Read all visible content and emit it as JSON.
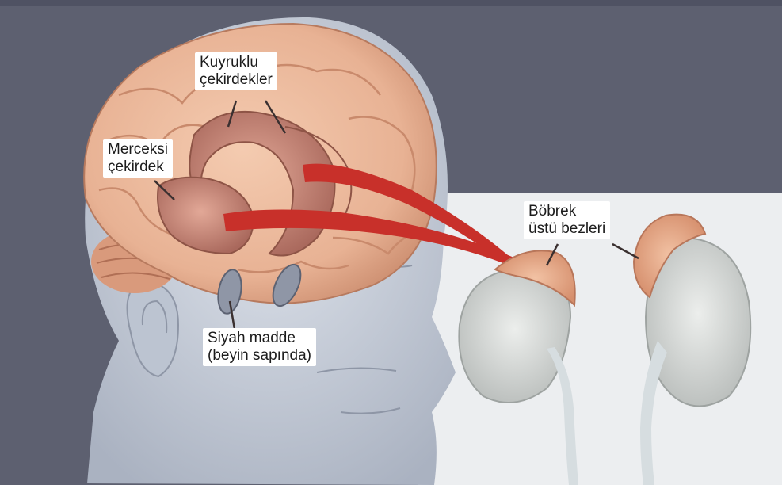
{
  "labels": {
    "caudate": {
      "line1": "Kuyruklu",
      "line2": "çekirdekler"
    },
    "lentiform": {
      "line1": "Merceksi",
      "line2": "çekirdek"
    },
    "substantia_nigra": {
      "line1": "Siyah madde",
      "line2": "(beyin sapında)"
    },
    "adrenal": {
      "line1": "Böbrek",
      "line2": "üstü bezleri"
    }
  },
  "colors": {
    "background": "#5d6070",
    "inset_background": "#eceef0",
    "head": "#c6cdd8",
    "brain": "#e9b79a",
    "brain_shadow": "#c9876a",
    "deep_nuclei": "#c98c7c",
    "pathway": "#c8302a",
    "kidney": "#d5d8d6",
    "adrenal_gland": "#e5a583"
  }
}
